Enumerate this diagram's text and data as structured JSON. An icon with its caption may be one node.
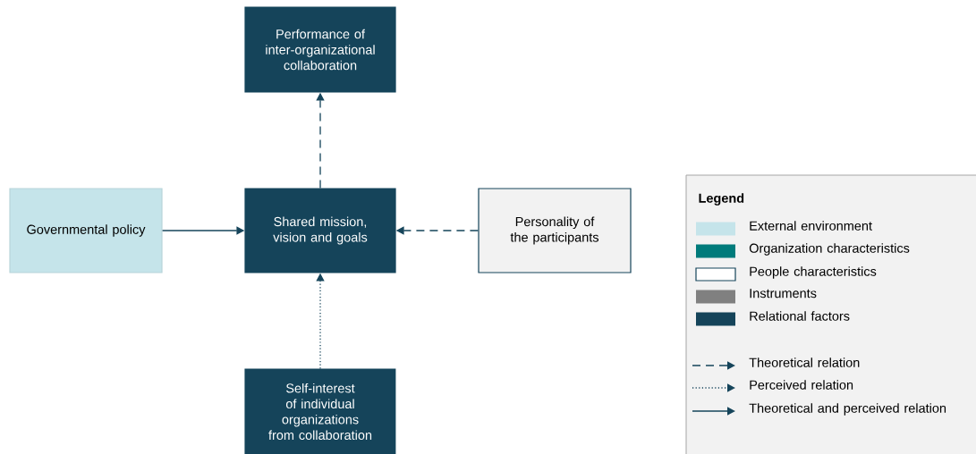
{
  "diagram": {
    "nodes": [
      {
        "text": [
          "Performance of inter-organizational collaboration"
        ]
      },
      {
        "text": [
          "Governmental policy"
        ]
      },
      {
        "text": [
          "Shared mission, vision and goals"
        ]
      },
      {
        "text": [
          "Personality of the participants"
        ]
      },
      {
        "text": [
          "Self-interest of individual organizations from collaboration"
        ]
      }
    ],
    "edges": [
      {
        "from": 2,
        "to": 0,
        "arrow": "to",
        "style": "dashed"
      },
      {
        "from": 1,
        "to": 2,
        "arrow": "to"
      },
      {
        "from": 3,
        "to": 2,
        "arrow": "to",
        "style": "dashed"
      },
      {
        "from": 4,
        "to": 2,
        "arrow": "to",
        "style": "dashed"
      }
    ],
    "labels": [
      "Legend"
    ],
    "legend": [
      {
        "text": "External environment",
        "color": "#c5e4ea"
      },
      {
        "text": "Organization characteristics",
        "color": "#007b7b"
      },
      {
        "text": "People characteristics"
      },
      {
        "text": "Instruments",
        "color": "#808080"
      },
      {
        "text": "Relational factors",
        "color": "#15445a"
      },
      {
        "text": "Theoretical relation"
      },
      {
        "text": "Perceived relation"
      },
      {
        "text": "Theoretical and perceived relation"
      }
    ]
  }
}
